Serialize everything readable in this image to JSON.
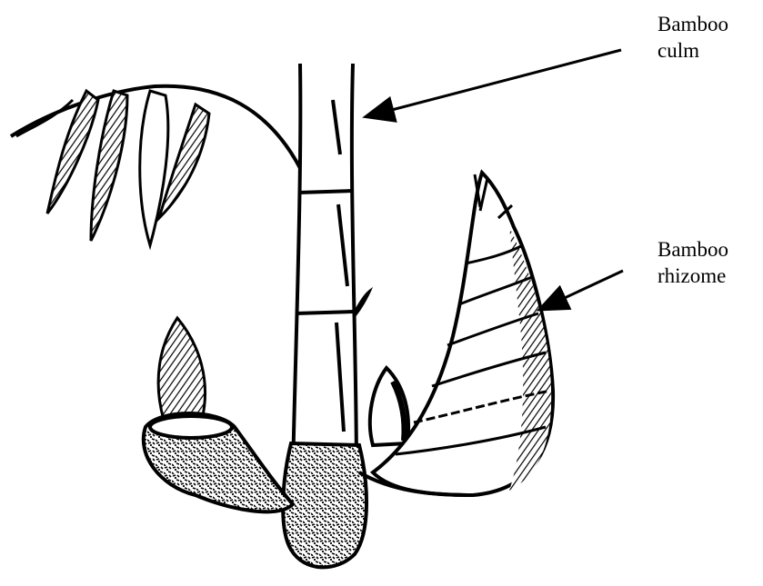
{
  "diagram": {
    "labels": {
      "culm": {
        "line1": "Bamboo",
        "line2": "culm"
      },
      "rhizome": {
        "line1": "Bamboo",
        "line2": "rhizome"
      }
    },
    "colors": {
      "ink": "#000000",
      "paper": "#ffffff"
    }
  }
}
